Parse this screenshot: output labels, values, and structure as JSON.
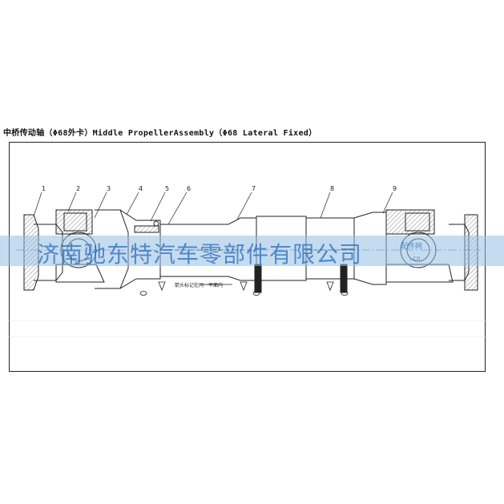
{
  "title": "中桥传动轴（Φ68外卡）Middle PropellerAssembly（Φ68 Lateral Fixed）",
  "part_numbers": [
    "1",
    "2",
    "3",
    "4",
    "5",
    "6",
    "7",
    "8",
    "9"
  ],
  "note": "箭头标记在同一平面内",
  "watermark": {
    "company": "济南驰东特汽车零部件有限公司",
    "mark": "配件网",
    "url": ".cn"
  }
}
